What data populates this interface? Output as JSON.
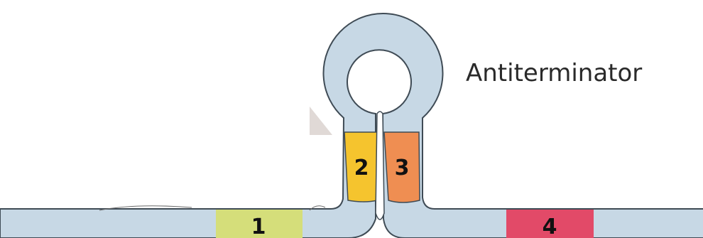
{
  "diagram": {
    "label": "Antiterminator",
    "segments": [
      {
        "number": "1",
        "color": "#d5de7a"
      },
      {
        "number": "2",
        "color": "#f5c42e"
      },
      {
        "number": "3",
        "color": "#ef8e52"
      },
      {
        "number": "4",
        "color": "#e24a68"
      }
    ],
    "colors": {
      "rna_fill": "#c7d8e5",
      "rna_outline": "#3f4b55",
      "background": "#ffffff"
    }
  }
}
